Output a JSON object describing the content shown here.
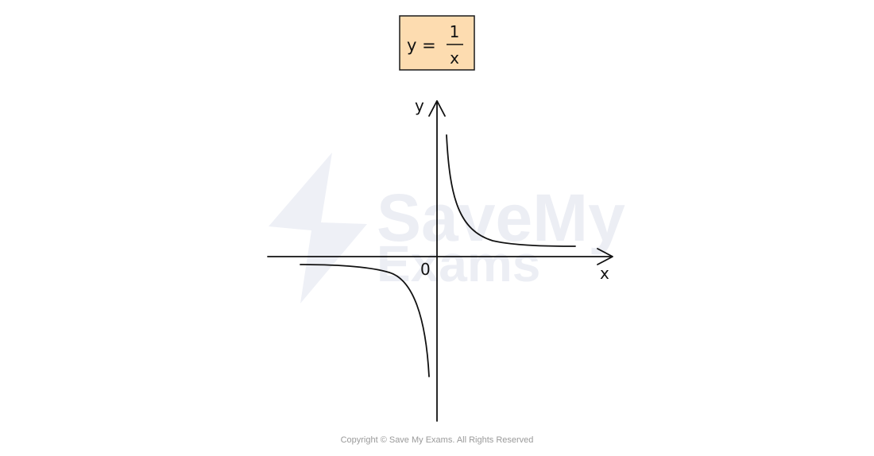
{
  "equation": {
    "lhs": "y =",
    "numerator": "1",
    "denominator": "x"
  },
  "axes": {
    "y_label": "y",
    "x_label": "x",
    "origin_label": "0"
  },
  "watermark": {
    "line1": "SaveMy",
    "line2": "Exams"
  },
  "copyright": "Copyright © Save My Exams. All Rights Reserved",
  "colors": {
    "box_fill": "#fddcb0",
    "box_border": "#1a1a1a",
    "ink": "#111111",
    "watermark": "#eceef4"
  }
}
